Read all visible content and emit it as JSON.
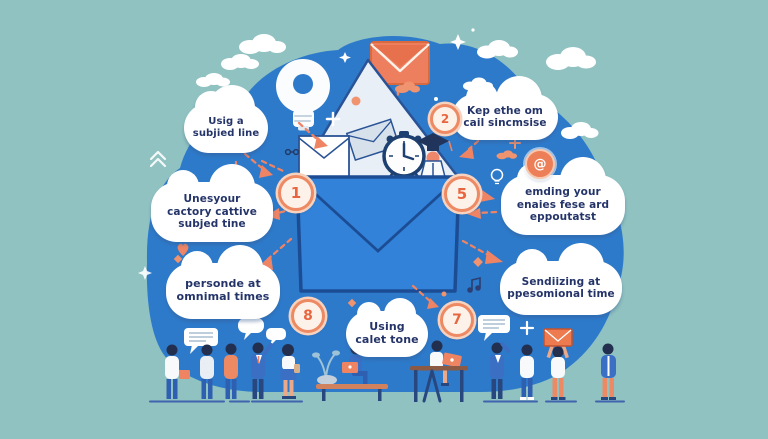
{
  "colors": {
    "background": "#90c2c1",
    "blob": "#2d7acb",
    "coral": "#ee8462",
    "navy_text": "#243469",
    "cloud": "#ffffff",
    "outline": "#1c4d94"
  },
  "callouts": [
    {
      "label": "Usig a\nsubjied line"
    },
    {
      "label": "Kep ethe om\ncail sincmsise"
    },
    {
      "label": "Unesyour\ncactory cattive\nsubjed tine"
    },
    {
      "label": "emding your\nenaies fese ard\neppoutatst"
    },
    {
      "label": "personde at\nomnimal times"
    },
    {
      "label": "Sendiizing at\nppesomional time"
    },
    {
      "label": "Using\ncalet tone"
    }
  ],
  "badges": {
    "one": "1",
    "two": "2",
    "five": "5",
    "seven": "7",
    "eight": "8",
    "at_sign": "@"
  },
  "icons": [
    "envelope-icon",
    "lightbulb-icon",
    "alarm-clock-icon",
    "graduate-figure-icon",
    "at-badge",
    "heart-icon",
    "music-note-icon",
    "chevron-up-icon",
    "speech-bubble-icon",
    "sparkle-icon",
    "laptop-icon",
    "plant-icon",
    "briefcase-icon"
  ]
}
